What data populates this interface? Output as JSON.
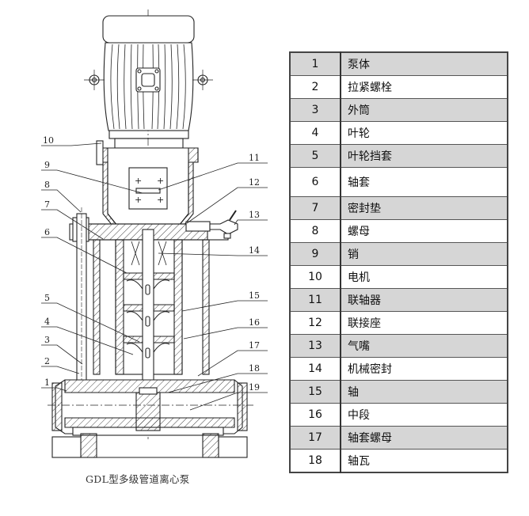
{
  "diagram": {
    "caption": "GDL型多级管道离心泵",
    "callouts_left": [
      {
        "id": "10",
        "label": "10"
      },
      {
        "id": "9",
        "label": "9"
      },
      {
        "id": "8",
        "label": "8"
      },
      {
        "id": "7",
        "label": "7"
      },
      {
        "id": "6",
        "label": "6"
      },
      {
        "id": "5",
        "label": "5"
      },
      {
        "id": "4",
        "label": "4"
      },
      {
        "id": "3",
        "label": "3"
      },
      {
        "id": "2",
        "label": "2"
      },
      {
        "id": "1",
        "label": "1"
      }
    ],
    "callouts_right": [
      {
        "id": "11",
        "label": "11"
      },
      {
        "id": "12",
        "label": "12"
      },
      {
        "id": "13",
        "label": "13"
      },
      {
        "id": "14",
        "label": "14"
      },
      {
        "id": "15",
        "label": "15"
      },
      {
        "id": "16",
        "label": "16"
      },
      {
        "id": "17",
        "label": "17"
      },
      {
        "id": "18",
        "label": "18"
      },
      {
        "id": "19",
        "label": "19"
      }
    ]
  },
  "parts_table": {
    "shade_color": "#d6d6d6",
    "rows": [
      {
        "num": "1",
        "name": "泵体"
      },
      {
        "num": "2",
        "name": "拉紧螺栓"
      },
      {
        "num": "3",
        "name": "外筒"
      },
      {
        "num": "4",
        "name": "叶轮"
      },
      {
        "num": "5",
        "name": "叶轮挡套"
      },
      {
        "num": "6",
        "name": "轴套"
      },
      {
        "num": "7",
        "name": "密封垫"
      },
      {
        "num": "8",
        "name": "螺母"
      },
      {
        "num": "9",
        "name": "销"
      },
      {
        "num": "10",
        "name": "电机"
      },
      {
        "num": "11",
        "name": "联轴器"
      },
      {
        "num": "12",
        "name": "联接座"
      },
      {
        "num": "13",
        "name": "气嘴"
      },
      {
        "num": "14",
        "name": "机械密封"
      },
      {
        "num": "15",
        "name": "轴"
      },
      {
        "num": "16",
        "name": "中段"
      },
      {
        "num": "17",
        "name": "轴套螺母"
      },
      {
        "num": "18",
        "name": "轴瓦"
      }
    ]
  }
}
